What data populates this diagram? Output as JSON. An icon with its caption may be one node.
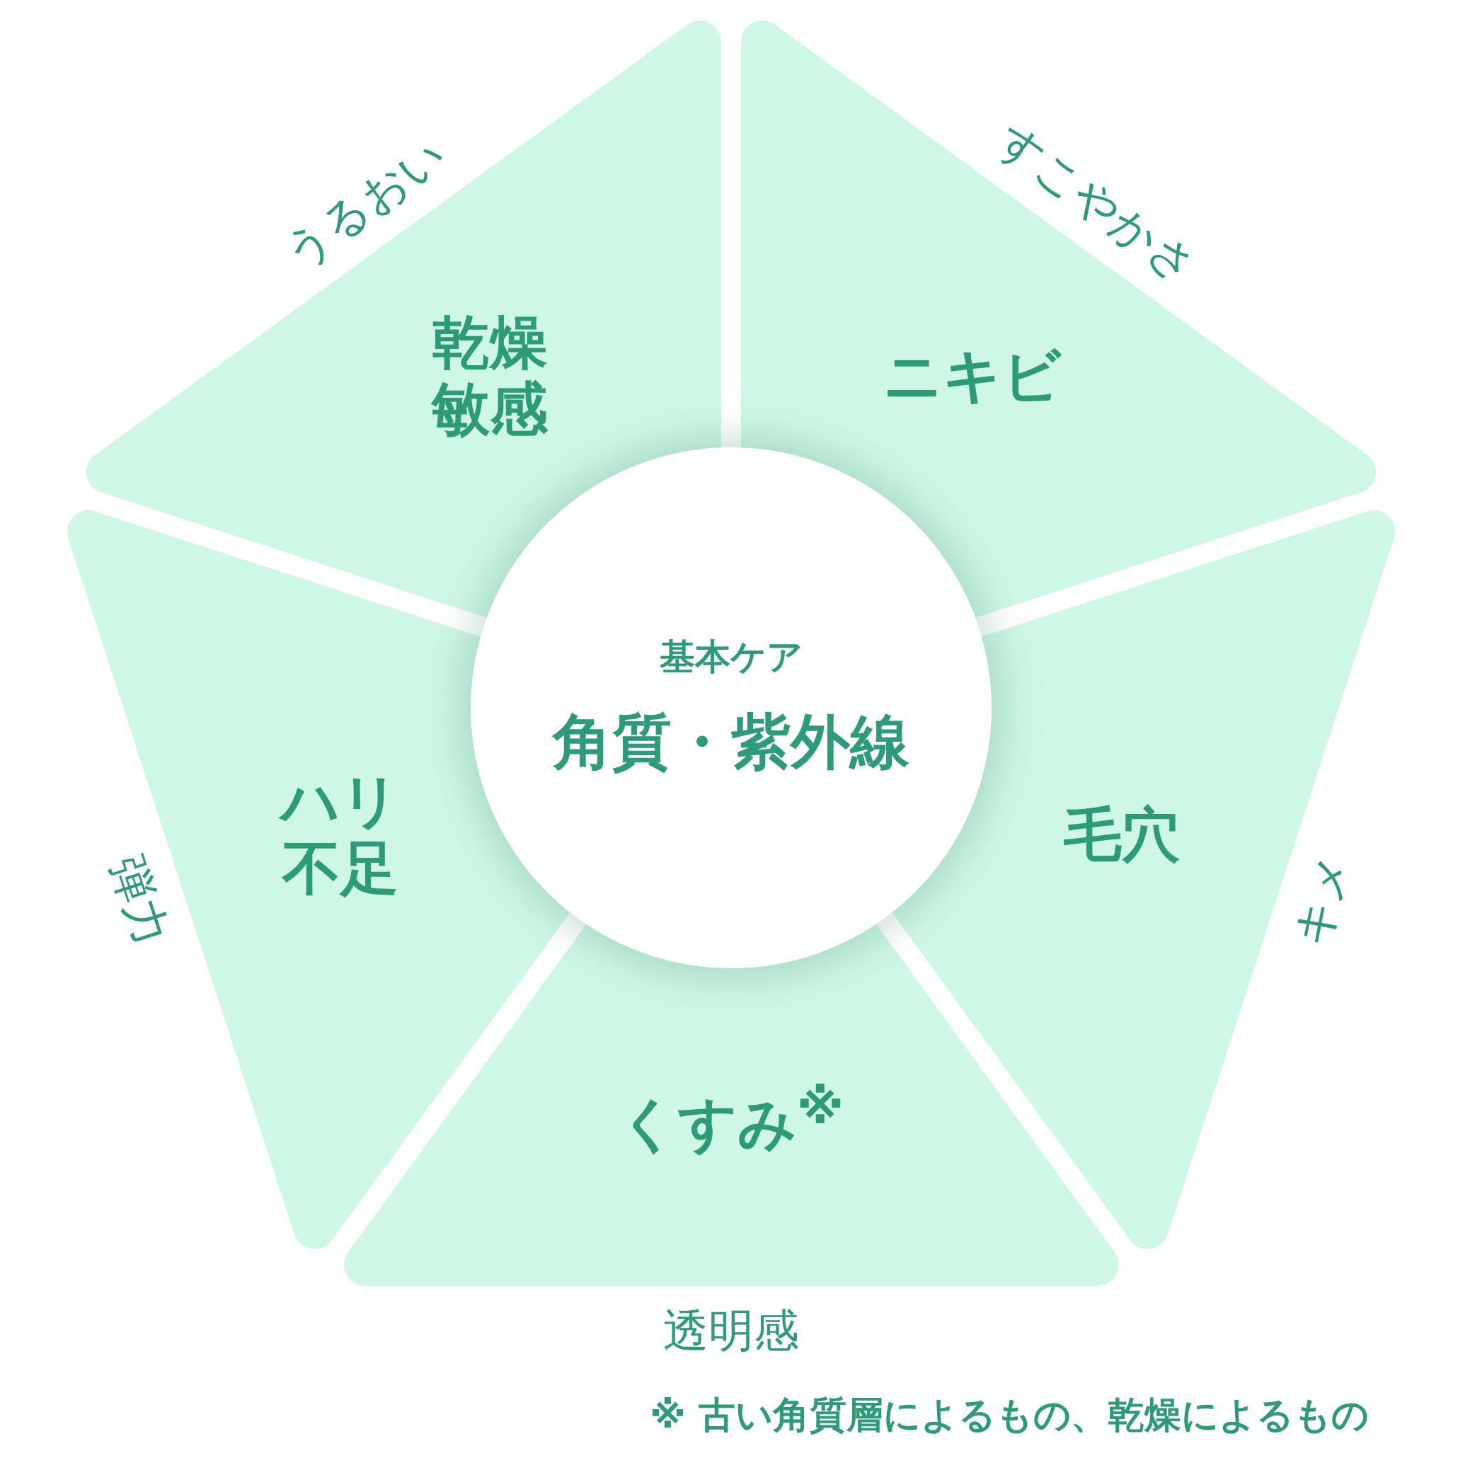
{
  "diagram": {
    "nodes": [
      {
        "text": [
          "基本ケア",
          "角質・紫外線"
        ]
      },
      {
        "text": [
          "乾燥敏感"
        ],
        "beside": [
          "うるおい"
        ]
      },
      {
        "text": [
          "ニキビ"
        ],
        "beside": [
          "すこやかさ"
        ]
      },
      {
        "text": [
          "毛穴"
        ],
        "beside": [
          "キメ"
        ]
      },
      {
        "text": [
          "くすみ$^{※}$"
        ],
        "beside": [
          "透明感"
        ]
      },
      {
        "text": [
          "ハリ不足"
        ],
        "beside": [
          "弾力"
        ]
      }
    ],
    "edges": [],
    "labels": [
      "※ 古い角質層によるもの、乾燥によるもの"
    ]
  }
}
